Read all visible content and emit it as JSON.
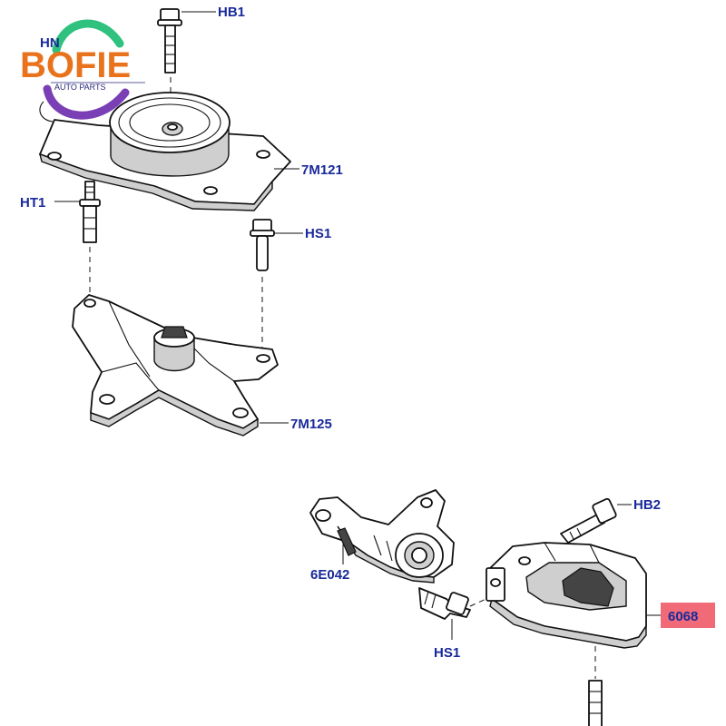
{
  "logo": {
    "brand": "BOFIE",
    "tagline": "AUTO PARTS",
    "colors": {
      "brand": "#e8731c",
      "ring_green": "#2ec27e",
      "ring_purple": "#7a3fb5"
    }
  },
  "colors": {
    "label_text": "#1a2a9a",
    "highlight_box": "#f06a78",
    "line": "#111111"
  },
  "labels": {
    "hb1": "HB1",
    "hn_partial": "HN",
    "m7121": "7M121",
    "ht1": "HT1",
    "hs1_upper": "HS1",
    "m7125": "7M125",
    "e6042": "6E042",
    "hb2": "HB2",
    "p6068": "6068",
    "hs1_lower": "HS1"
  }
}
